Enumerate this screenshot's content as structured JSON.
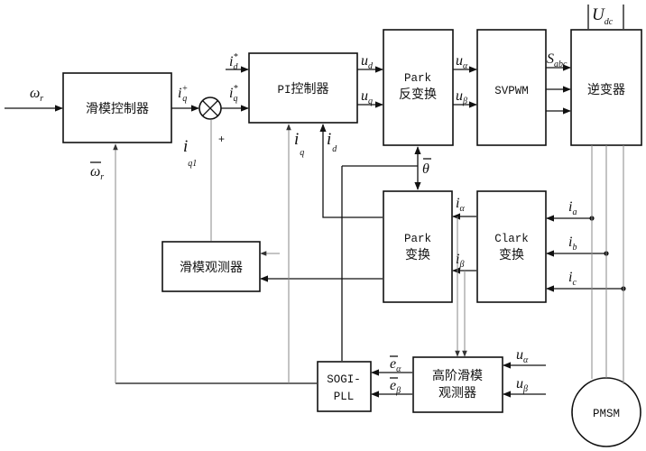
{
  "blocks": {
    "smc": "滑模控制器",
    "pi_prefix": "PI",
    "pi_suffix": "控制器",
    "park_inv_line1": "Park",
    "park_inv_line2": "反变换",
    "svpwm": "SVPWM",
    "inverter": "逆变器",
    "park_line1": "Park",
    "park_line2": "变换",
    "clark_line1": "Clark",
    "clark_line2": "变换",
    "observer": "滑模观测器",
    "sogi_line1": "SOGI-",
    "sogi_line2": "PLL",
    "hosmo_line1": "高阶滑模",
    "hosmo_line2": "观测器",
    "pmsm": "PMSM"
  },
  "signals": {
    "omega": "ω",
    "omega_sub": "r",
    "i": "i",
    "u": "u",
    "e": "e",
    "U": "U",
    "S": "S",
    "sub_q": "q",
    "sub_d": "d",
    "sub_q1": "q1",
    "sub_alpha": "α",
    "sub_beta": "β",
    "sub_a": "a",
    "sub_b": "b",
    "sub_c": "c",
    "sub_abc": "abc",
    "sub_dc": "dc",
    "star": "*",
    "plus_sup": "+",
    "theta": "θ"
  },
  "sum_sign": "+"
}
